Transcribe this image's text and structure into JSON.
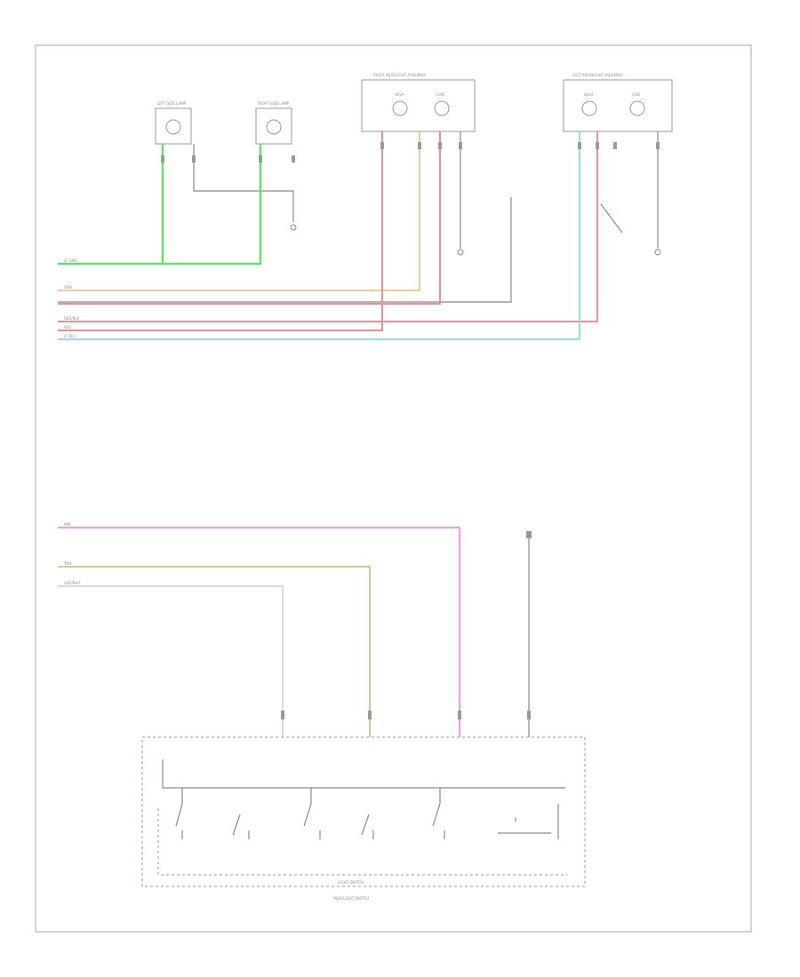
{
  "colors": {
    "green": "#66dd66",
    "orange": "#f6c89a",
    "red": "#f28c95",
    "cyan": "#8fe3ee",
    "pink": "#f29ae6",
    "tan": "#dcc48a",
    "gray": "#cfcfcf",
    "black": "#8a8a8a"
  },
  "wires": {
    "green": "LT GRN",
    "orange": "ORN",
    "red_blk": "RED/BLK",
    "red": "RED",
    "cyan": "LT BLU",
    "pink": "PNK",
    "tan": "TAN",
    "gray": "GRY/WHT"
  },
  "components": {
    "left_lamp": "LEFT SIDE LAMP",
    "right_lamp": "RIGHT SIDE LAMP",
    "right_headlight": "RIGHT HEADLIGHT ASSEMBLY",
    "left_headlight": "LEFT HEADLIGHT ASSEMBLY",
    "high": "HIGH",
    "low": "LOW",
    "light_switch": "LIGHT SWITCH",
    "headlight_switch": "HEADLIGHT SWITCH"
  }
}
